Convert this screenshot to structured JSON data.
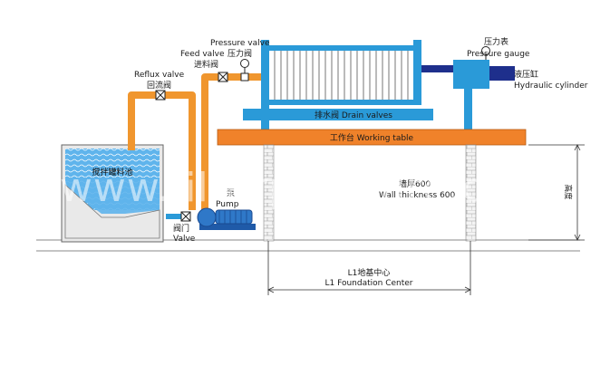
{
  "labels": {
    "pressure_valve_en": "Pressure valve",
    "pressure_valve_cn": "压力阀",
    "feed_valve_en": "Feed valve",
    "feed_valve_cn": "进料阀",
    "reflux_valve_en": "Reflux valve",
    "reflux_valve_cn": "回流阀",
    "pressure_gauge_cn": "压力表",
    "pressure_gauge_en": "Pressure gauge",
    "hydraulic_cylinder_cn": "液压缸",
    "hydraulic_cylinder_en": "Hydraulic cylinder",
    "drain_valves": "排水阀 Drain valves",
    "working_table": "工作台 Working table",
    "tank": "搅拌罐料池",
    "pump_cn": "泵",
    "pump_en": "Pump",
    "valve_cn": "阀门",
    "valve_en": "Valve",
    "wall_cn": "墙厚600",
    "wall_en": "Wall thickness 600",
    "height_cn": "高度",
    "foundation_cn": "L1地基中心",
    "foundation_en": "L1 Foundation Center"
  },
  "watermark": "www.filterpressure.com",
  "colors": {
    "frame": "#2a9ad8",
    "pipe": "#f0962e",
    "table": "#f0822a",
    "cylinder": "#1e2f8c",
    "tank_fill": "#5fb4ec",
    "pump": "#2f78c8"
  }
}
